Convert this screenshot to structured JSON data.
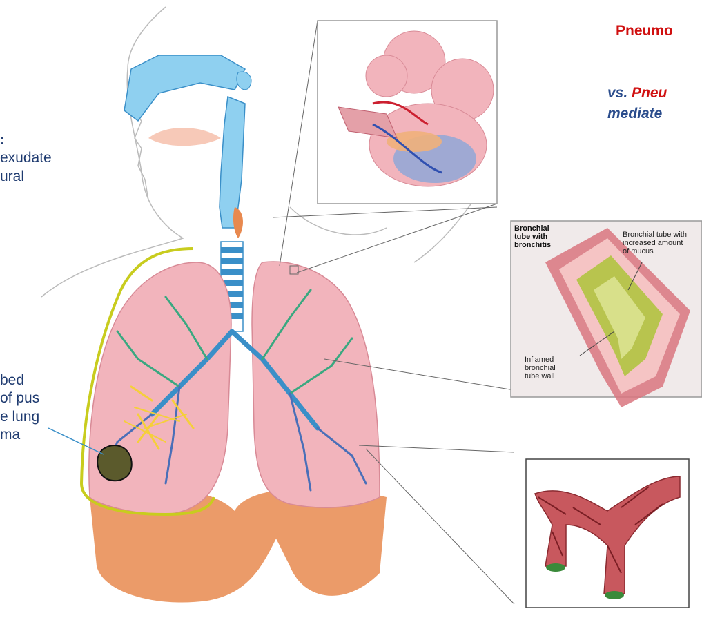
{
  "left_text": {
    "block1": [
      ":",
      "exudate",
      "ural"
    ],
    "block2": [
      "bed",
      "of pus",
      "e lung",
      "ma"
    ]
  },
  "right_text": {
    "title": "Pneumo",
    "line2_prefix": "vs. ",
    "line2_red": "Pneu",
    "line3": "mediate"
  },
  "bronchitis_panel": {
    "label_top_left": [
      "Bronchial",
      "tube with",
      "bronchitis"
    ],
    "label_top_right": [
      "Bronchial tube with",
      "increased amount",
      "of mucus"
    ],
    "label_bottom_left": [
      "Inflamed",
      "bronchial",
      "tube wall"
    ]
  },
  "colors": {
    "lung": "#f2b4bc",
    "airway_blue": "#8fd0f0",
    "diaphragm": "#e8894f",
    "abscess": "#5b5a2c",
    "pleura_outline": "#c8cc1e",
    "text_blue": "#1f3b70",
    "text_red": "#d01010"
  }
}
